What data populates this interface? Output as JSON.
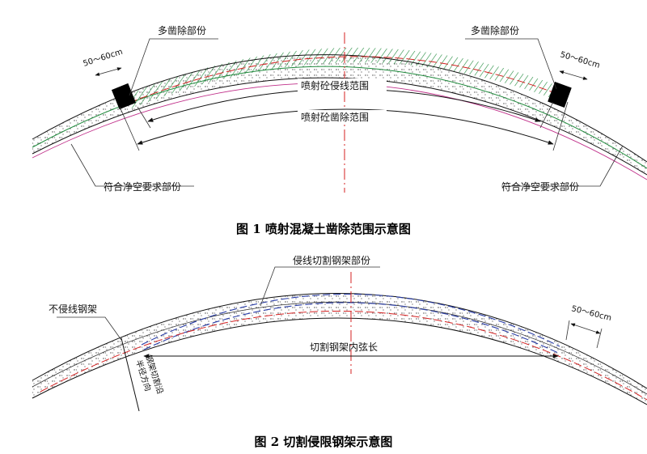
{
  "figure1": {
    "caption": "图 1  喷射混凝土凿除范围示意图",
    "label_remove_left": "多凿除部份",
    "label_remove_right": "多凿除部份",
    "dim_left": "50～60cm",
    "dim_right": "50～60cm",
    "label_spray_intrusion": "喷射砼侵线范围",
    "label_spray_remove": "喷射砼凿除范围",
    "label_ok_left": "符合净空要求部份",
    "label_ok_right": "符合净空要求部份"
  },
  "figure2": {
    "caption": "图 2  切割侵限钢架示意图",
    "label_cut_part": "侵线切割钢架部份",
    "label_no_intrusion": "不侵线钢架",
    "dim_right": "50～60cm",
    "label_chord": "切割钢架内弦长",
    "label_cut_dir_1": "钢架切割沿",
    "label_cut_dir_2": "半径方向"
  },
  "colors": {
    "center_line": "#d42020",
    "steel_arch": "#2a3ea8",
    "hatch": "#1f8a3c",
    "block": "#000000"
  }
}
